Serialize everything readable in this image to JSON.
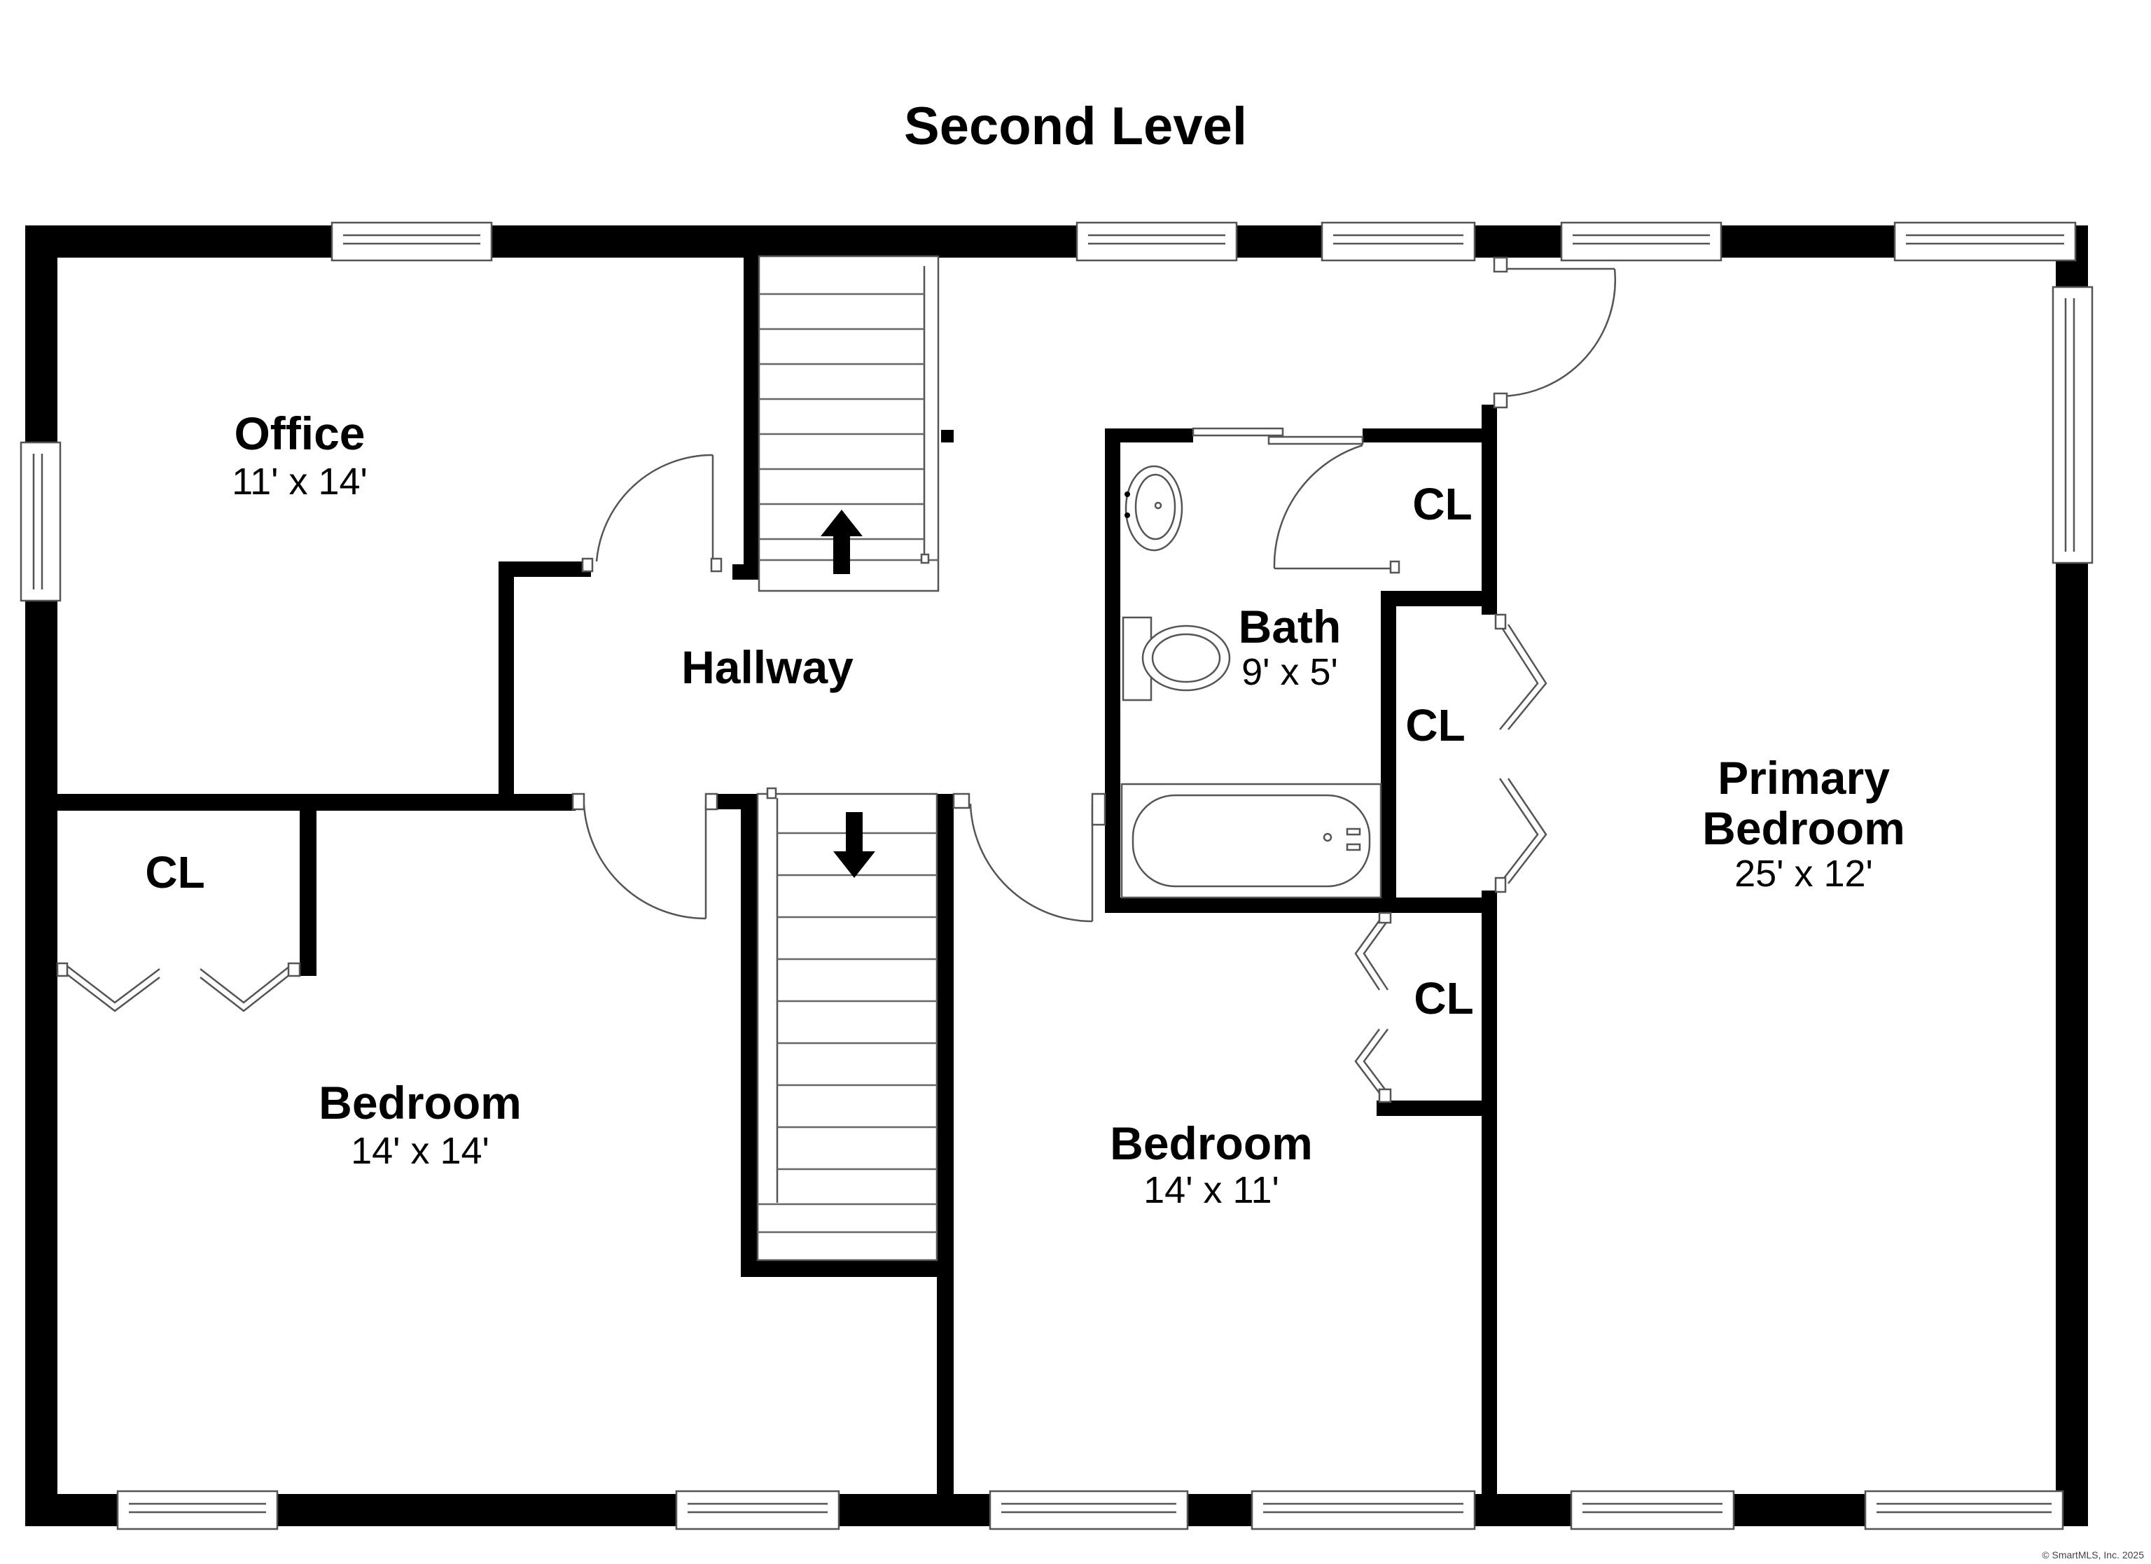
{
  "title": "Second Level",
  "rooms": {
    "office": {
      "name": "Office",
      "dims": "11' x 14'"
    },
    "hallway": {
      "name": "Hallway"
    },
    "bath": {
      "name": "Bath",
      "dims": "9' x 5'"
    },
    "primary_bedroom": {
      "name_line1": "Primary",
      "name_line2": "Bedroom",
      "dims": "25' x 12'"
    },
    "bedroom_left": {
      "name": "Bedroom",
      "dims": "14' x 14'"
    },
    "bedroom_middle": {
      "name": "Bedroom",
      "dims": "14' x 11'"
    }
  },
  "closets": {
    "bath_closet": "CL",
    "middle_closet": "CL",
    "left_bedroom_closet": "CL",
    "middle_bedroom_closet": "CL"
  },
  "credit": "© SmartMLS, Inc. 2025",
  "colors": {
    "wall": "#000000",
    "background": "#ffffff"
  }
}
